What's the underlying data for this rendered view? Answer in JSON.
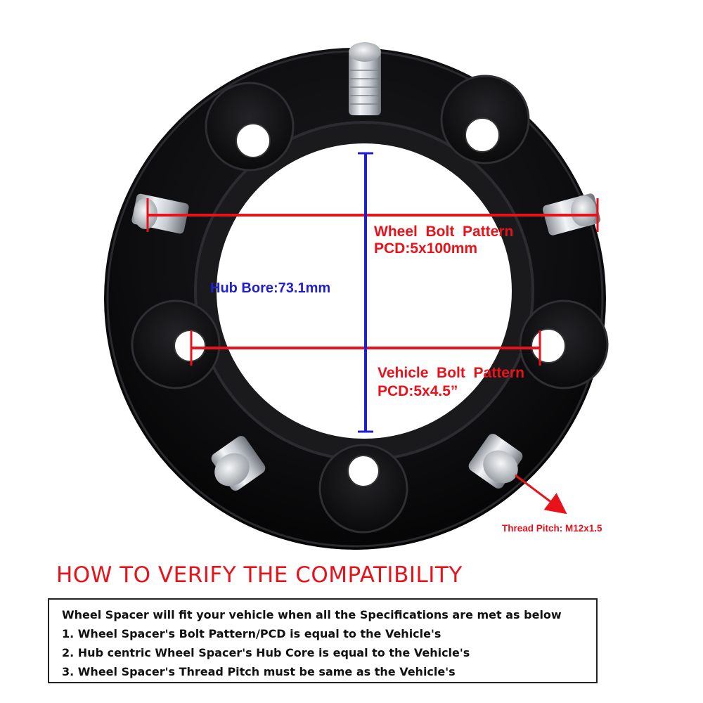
{
  "diagram": {
    "wheel_bolt_pattern_line1": "Wheel  Bolt  Pattern",
    "wheel_bolt_pattern_line2": "PCD:5x100mm",
    "hub_bore": "Hub Bore:73.1mm",
    "vehicle_bolt_pattern_line1": "Vehicle  Bolt  Pattern",
    "vehicle_bolt_pattern_line2": "PCD:5x4.5”",
    "thread_pitch": "Thread Pitch: M12x1.5"
  },
  "compat": {
    "heading": "HOW TO VERIFY THE COMPATIBILITY",
    "intro": "Wheel Spacer will fit your vehicle when all the Specifications are met as below",
    "items": [
      "1. Wheel Spacer's Bolt Pattern/PCD is equal to the Vehicle's",
      "2. Hub centric Wheel Spacer's Hub Core is equal to the Vehicle's",
      "3. Wheel Spacer's Thread Pitch must be same as the Vehicle's"
    ]
  },
  "colors": {
    "red": "#e8121b",
    "blue": "#1f1fd2",
    "spacer": "#0d0d0f"
  },
  "icons": [
    "wheel-spacer-illustration",
    "arrow-right-icon"
  ]
}
